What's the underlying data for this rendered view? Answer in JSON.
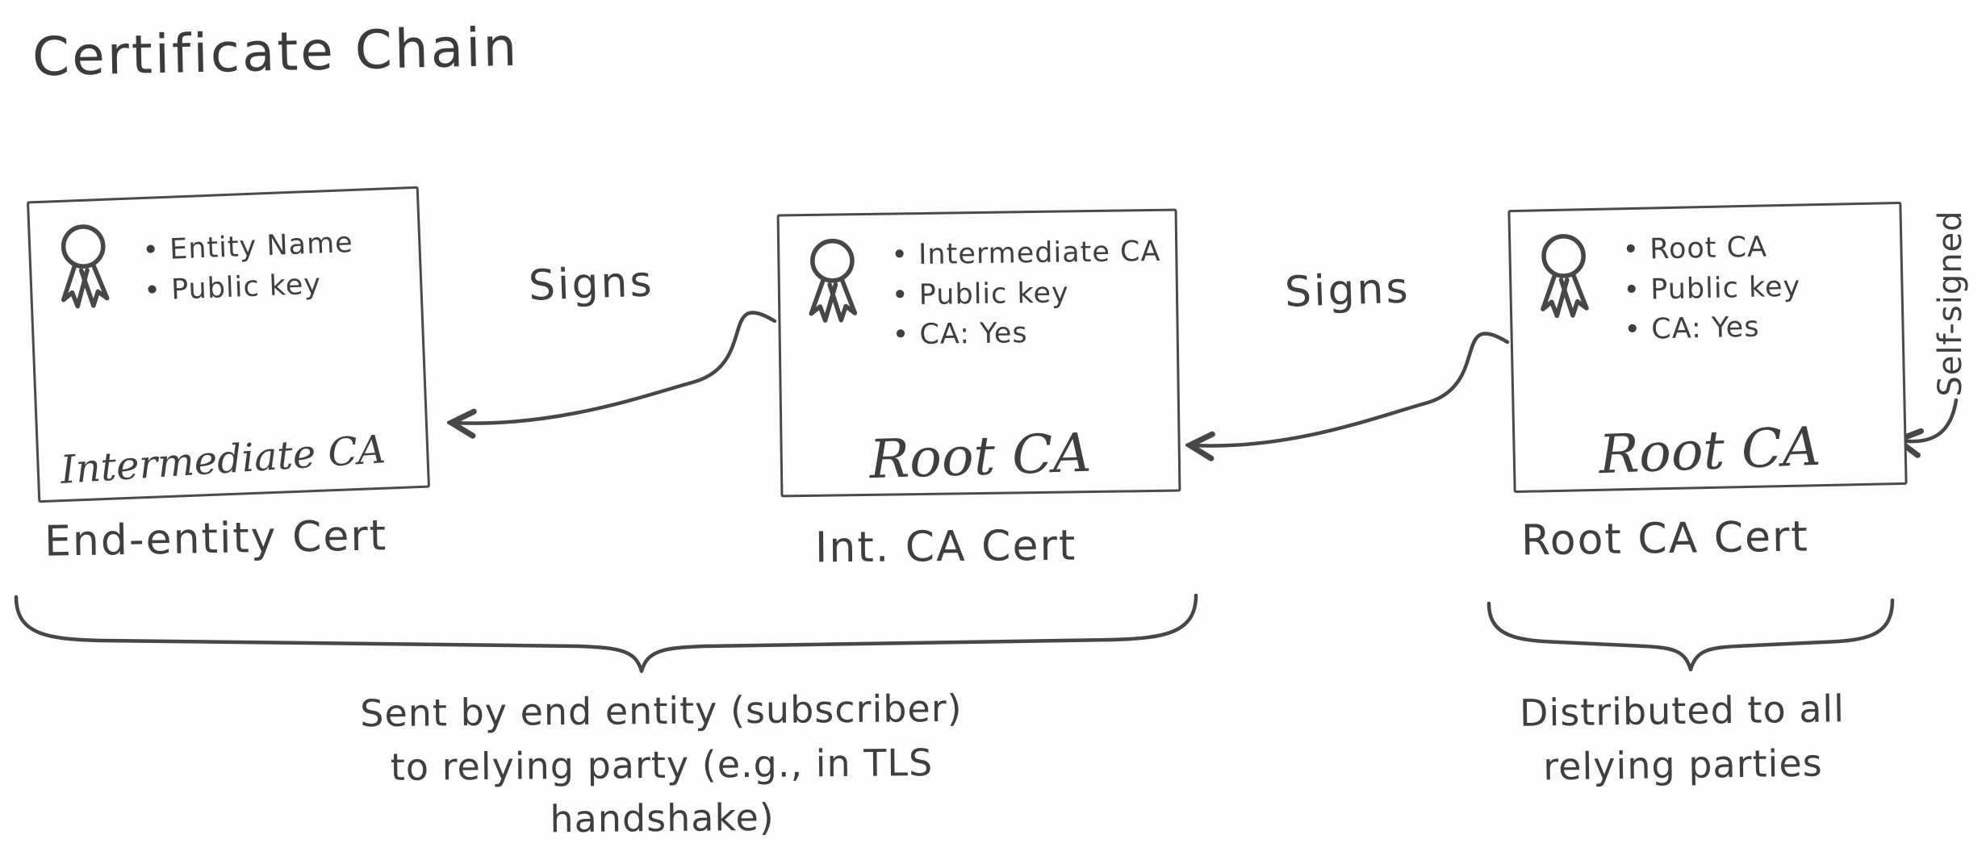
{
  "title": "Certificate Chain",
  "colors": {
    "ink": "#3f3f3f",
    "background": "#fdfdfd"
  },
  "certs": [
    {
      "bullets": [
        "Entity Name",
        "Public key"
      ],
      "signature": "Intermediate CA",
      "caption": "End-entity Cert"
    },
    {
      "bullets": [
        "Intermediate CA",
        "Public key",
        "CA: Yes"
      ],
      "signature": "Root CA",
      "caption": "Int. CA Cert"
    },
    {
      "bullets": [
        "Root CA",
        "Public key",
        "CA: Yes"
      ],
      "signature": "Root CA",
      "caption": "Root CA Cert"
    }
  ],
  "arrows": {
    "sign_label_1": "Signs",
    "sign_label_2": "Signs",
    "self_signed_label": "Self-signed"
  },
  "notes": {
    "chain_note_line1": "Sent by end entity (subscriber)",
    "chain_note_line2": "to relying party (e.g., in TLS handshake)",
    "root_note_line1": "Distributed to all",
    "root_note_line2": "relying parties"
  }
}
